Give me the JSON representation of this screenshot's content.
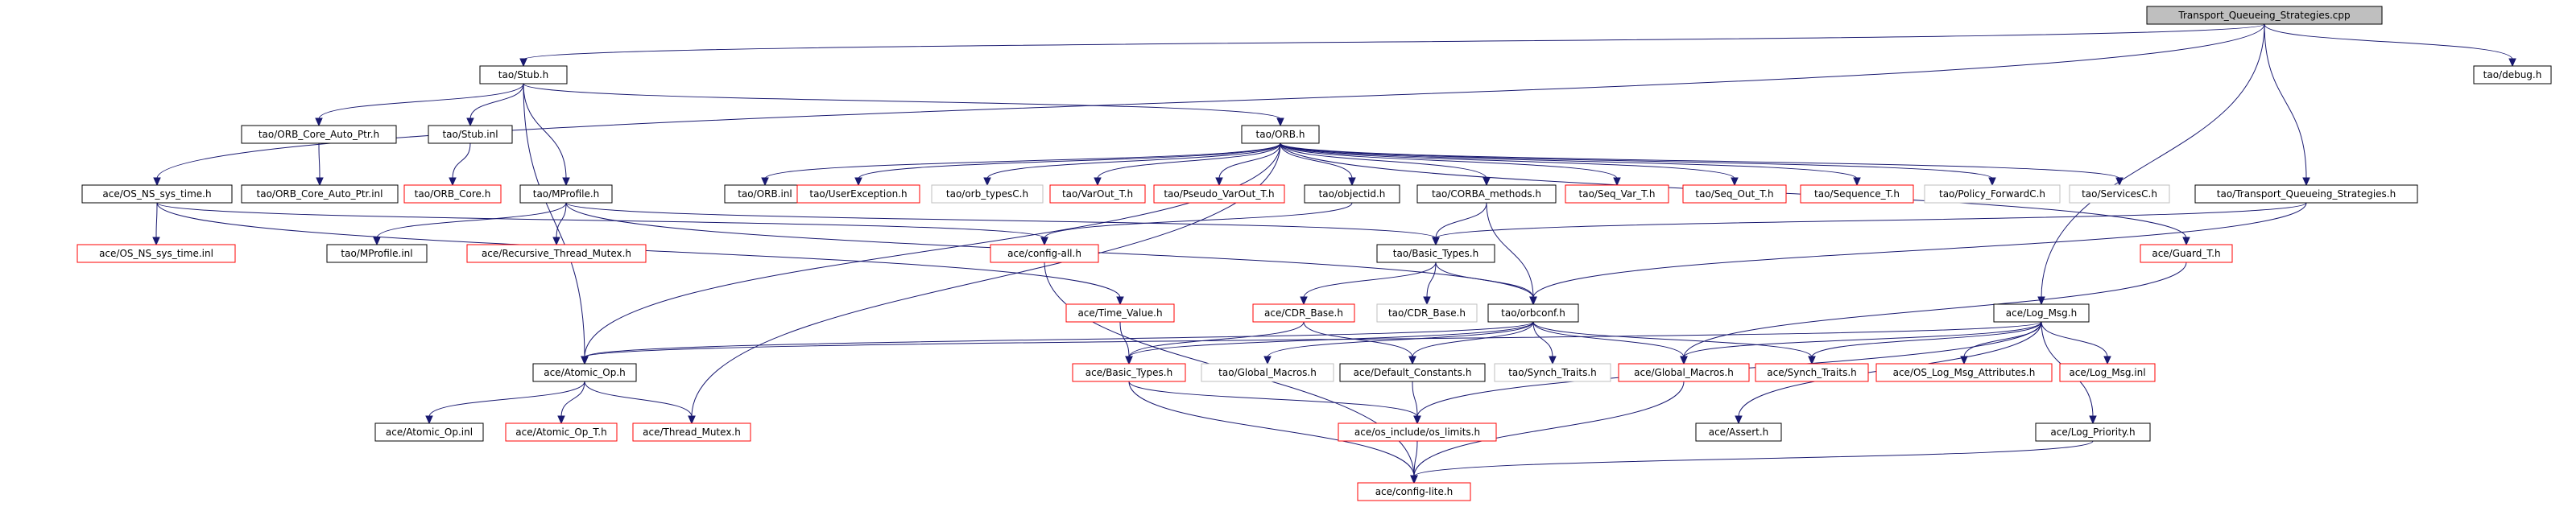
{
  "colors": {
    "edge": "#191970",
    "node_border_default": "#000000",
    "node_border_link": "#ff0000",
    "node_border_undocumented": "#bfbfbf",
    "root_fill": "#bfbfbf",
    "node_fill": "#ffffff",
    "text": "#000000"
  },
  "nodes": [
    {
      "id": "root",
      "label": "Transport_Queueing_Strategies.cpp",
      "style": "root"
    },
    {
      "id": "stub_h",
      "label": "tao/Stub.h",
      "style": "black"
    },
    {
      "id": "debug_h",
      "label": "tao/debug.h",
      "style": "black"
    },
    {
      "id": "orb_core_auto_ptr_h",
      "label": "tao/ORB_Core_Auto_Ptr.h",
      "style": "black"
    },
    {
      "id": "stub_inl",
      "label": "tao/Stub.inl",
      "style": "black"
    },
    {
      "id": "orb_h",
      "label": "tao/ORB.h",
      "style": "black"
    },
    {
      "id": "os_ns_sys_time_h",
      "label": "ace/OS_NS_sys_time.h",
      "style": "black"
    },
    {
      "id": "orb_core_auto_ptr_inl",
      "label": "tao/ORB_Core_Auto_Ptr.inl",
      "style": "black"
    },
    {
      "id": "orb_core_h",
      "label": "tao/ORB_Core.h",
      "style": "red"
    },
    {
      "id": "mprofile_h",
      "label": "tao/MProfile.h",
      "style": "black"
    },
    {
      "id": "orb_inl",
      "label": "tao/ORB.inl",
      "style": "black"
    },
    {
      "id": "userexception_h",
      "label": "tao/UserException.h",
      "style": "red"
    },
    {
      "id": "orb_typesc_h",
      "label": "tao/orb_typesC.h",
      "style": "gray"
    },
    {
      "id": "varout_t_h",
      "label": "tao/VarOut_T.h",
      "style": "red"
    },
    {
      "id": "pseudo_varout_t_h",
      "label": "tao/Pseudo_VarOut_T.h",
      "style": "red"
    },
    {
      "id": "objectid_h",
      "label": "tao/objectid.h",
      "style": "black"
    },
    {
      "id": "corba_methods_h",
      "label": "tao/CORBA_methods.h",
      "style": "black"
    },
    {
      "id": "seq_var_t_h",
      "label": "tao/Seq_Var_T.h",
      "style": "red"
    },
    {
      "id": "seq_out_t_h",
      "label": "tao/Seq_Out_T.h",
      "style": "red"
    },
    {
      "id": "sequence_t_h",
      "label": "tao/Sequence_T.h",
      "style": "red"
    },
    {
      "id": "policy_forwardc_h",
      "label": "tao/Policy_ForwardC.h",
      "style": "gray"
    },
    {
      "id": "servicesc_h",
      "label": "tao/ServicesC.h",
      "style": "gray"
    },
    {
      "id": "transport_qs_h",
      "label": "tao/Transport_Queueing_Strategies.h",
      "style": "black"
    },
    {
      "id": "os_ns_sys_time_inl",
      "label": "ace/OS_NS_sys_time.inl",
      "style": "red"
    },
    {
      "id": "mprofile_inl",
      "label": "tao/MProfile.inl",
      "style": "black"
    },
    {
      "id": "recursive_thread_mutex_h",
      "label": "ace/Recursive_Thread_Mutex.h",
      "style": "red"
    },
    {
      "id": "config_all_h",
      "label": "ace/config-all.h",
      "style": "red"
    },
    {
      "id": "basic_types_tao_h",
      "label": "tao/Basic_Types.h",
      "style": "black"
    },
    {
      "id": "guard_t_h",
      "label": "ace/Guard_T.h",
      "style": "red"
    },
    {
      "id": "time_value_h",
      "label": "ace/Time_Value.h",
      "style": "red"
    },
    {
      "id": "cdr_base_ace_h",
      "label": "ace/CDR_Base.h",
      "style": "red"
    },
    {
      "id": "cdr_base_tao_h",
      "label": "tao/CDR_Base.h",
      "style": "gray"
    },
    {
      "id": "orbconf_h",
      "label": "tao/orbconf.h",
      "style": "black"
    },
    {
      "id": "log_msg_h",
      "label": "ace/Log_Msg.h",
      "style": "black"
    },
    {
      "id": "atomic_op_h",
      "label": "ace/Atomic_Op.h",
      "style": "black"
    },
    {
      "id": "basic_types_ace_h",
      "label": "ace/Basic_Types.h",
      "style": "red"
    },
    {
      "id": "global_macros_tao_h",
      "label": "tao/Global_Macros.h",
      "style": "gray"
    },
    {
      "id": "default_constants_h",
      "label": "ace/Default_Constants.h",
      "style": "black"
    },
    {
      "id": "synch_traits_tao_h",
      "label": "tao/Synch_Traits.h",
      "style": "gray"
    },
    {
      "id": "global_macros_ace_h",
      "label": "ace/Global_Macros.h",
      "style": "red"
    },
    {
      "id": "synch_traits_ace_h",
      "label": "ace/Synch_Traits.h",
      "style": "red"
    },
    {
      "id": "os_log_msg_attributes_h",
      "label": "ace/OS_Log_Msg_Attributes.h",
      "style": "red"
    },
    {
      "id": "log_msg_inl",
      "label": "ace/Log_Msg.inl",
      "style": "red"
    },
    {
      "id": "atomic_op_inl",
      "label": "ace/Atomic_Op.inl",
      "style": "black"
    },
    {
      "id": "atomic_op_t_h",
      "label": "ace/Atomic_Op_T.h",
      "style": "red"
    },
    {
      "id": "thread_mutex_h",
      "label": "ace/Thread_Mutex.h",
      "style": "red"
    },
    {
      "id": "os_limits_h",
      "label": "ace/os_include/os_limits.h",
      "style": "red"
    },
    {
      "id": "assert_h",
      "label": "ace/Assert.h",
      "style": "black"
    },
    {
      "id": "log_priority_h",
      "label": "ace/Log_Priority.h",
      "style": "black"
    },
    {
      "id": "config_lite_h",
      "label": "ace/config-lite.h",
      "style": "red"
    }
  ],
  "edges": [
    [
      "root",
      "stub_h"
    ],
    [
      "root",
      "debug_h"
    ],
    [
      "root",
      "transport_qs_h"
    ],
    [
      "root",
      "log_msg_h"
    ],
    [
      "root",
      "os_ns_sys_time_h"
    ],
    [
      "stub_h",
      "orb_core_auto_ptr_h"
    ],
    [
      "stub_h",
      "stub_inl"
    ],
    [
      "stub_h",
      "mprofile_h"
    ],
    [
      "stub_h",
      "orb_h"
    ],
    [
      "stub_h",
      "atomic_op_h"
    ],
    [
      "orb_core_auto_ptr_h",
      "orb_core_auto_ptr_inl"
    ],
    [
      "stub_inl",
      "orb_core_h"
    ],
    [
      "orb_h",
      "orb_inl"
    ],
    [
      "orb_h",
      "userexception_h"
    ],
    [
      "orb_h",
      "orb_typesc_h"
    ],
    [
      "orb_h",
      "varout_t_h"
    ],
    [
      "orb_h",
      "pseudo_varout_t_h"
    ],
    [
      "orb_h",
      "objectid_h"
    ],
    [
      "orb_h",
      "corba_methods_h"
    ],
    [
      "orb_h",
      "seq_var_t_h"
    ],
    [
      "orb_h",
      "seq_out_t_h"
    ],
    [
      "orb_h",
      "sequence_t_h"
    ],
    [
      "orb_h",
      "policy_forwardc_h"
    ],
    [
      "orb_h",
      "servicesc_h"
    ],
    [
      "orb_h",
      "guard_t_h"
    ],
    [
      "orb_h",
      "thread_mutex_h"
    ],
    [
      "orb_h",
      "atomic_op_h"
    ],
    [
      "os_ns_sys_time_h",
      "os_ns_sys_time_inl"
    ],
    [
      "os_ns_sys_time_h",
      "config_all_h"
    ],
    [
      "os_ns_sys_time_h",
      "time_value_h"
    ],
    [
      "mprofile_h",
      "mprofile_inl"
    ],
    [
      "mprofile_h",
      "recursive_thread_mutex_h"
    ],
    [
      "mprofile_h",
      "basic_types_tao_h"
    ],
    [
      "mprofile_h",
      "orbconf_h"
    ],
    [
      "objectid_h",
      "config_all_h"
    ],
    [
      "corba_methods_h",
      "basic_types_tao_h"
    ],
    [
      "corba_methods_h",
      "orbconf_h"
    ],
    [
      "transport_qs_h",
      "basic_types_tao_h"
    ],
    [
      "transport_qs_h",
      "orbconf_h"
    ],
    [
      "basic_types_tao_h",
      "cdr_base_ace_h"
    ],
    [
      "basic_types_tao_h",
      "cdr_base_tao_h"
    ],
    [
      "basic_types_tao_h",
      "orbconf_h"
    ],
    [
      "config_all_h",
      "config_lite_h"
    ],
    [
      "guard_t_h",
      "global_macros_ace_h"
    ],
    [
      "time_value_h",
      "basic_types_ace_h"
    ],
    [
      "cdr_base_ace_h",
      "basic_types_ace_h"
    ],
    [
      "cdr_base_ace_h",
      "default_constants_h"
    ],
    [
      "orbconf_h",
      "atomic_op_h"
    ],
    [
      "orbconf_h",
      "basic_types_ace_h"
    ],
    [
      "orbconf_h",
      "global_macros_tao_h"
    ],
    [
      "orbconf_h",
      "default_constants_h"
    ],
    [
      "orbconf_h",
      "synch_traits_tao_h"
    ],
    [
      "orbconf_h",
      "global_macros_ace_h"
    ],
    [
      "orbconf_h",
      "synch_traits_ace_h"
    ],
    [
      "log_msg_h",
      "atomic_op_h"
    ],
    [
      "log_msg_h",
      "global_macros_ace_h"
    ],
    [
      "log_msg_h",
      "synch_traits_ace_h"
    ],
    [
      "log_msg_h",
      "os_log_msg_attributes_h"
    ],
    [
      "log_msg_h",
      "log_msg_inl"
    ],
    [
      "log_msg_h",
      "os_limits_h"
    ],
    [
      "log_msg_h",
      "assert_h"
    ],
    [
      "log_msg_h",
      "log_priority_h"
    ],
    [
      "atomic_op_h",
      "atomic_op_inl"
    ],
    [
      "atomic_op_h",
      "atomic_op_t_h"
    ],
    [
      "atomic_op_h",
      "thread_mutex_h"
    ],
    [
      "basic_types_ace_h",
      "os_limits_h"
    ],
    [
      "basic_types_ace_h",
      "config_lite_h"
    ],
    [
      "default_constants_h",
      "os_limits_h"
    ],
    [
      "global_macros_ace_h",
      "config_lite_h"
    ],
    [
      "os_limits_h",
      "config_lite_h"
    ],
    [
      "log_priority_h",
      "config_lite_h"
    ]
  ]
}
